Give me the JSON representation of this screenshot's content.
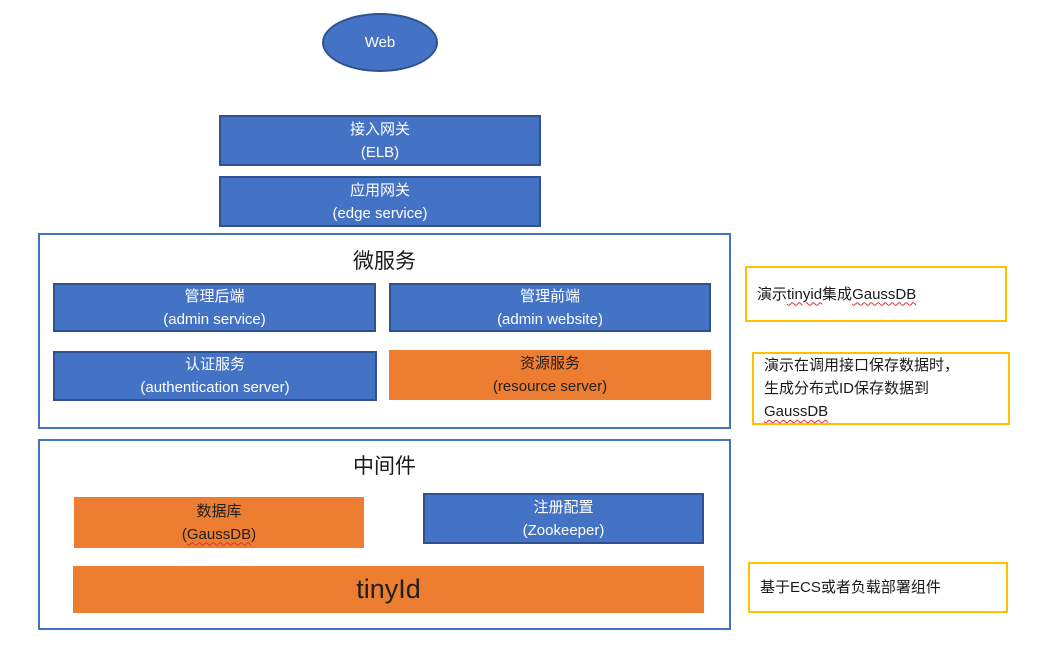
{
  "colors": {
    "node_blue_fill": "#4472C4",
    "node_blue_border": "#2F528F",
    "node_orange_fill": "#ED7D31",
    "container_border_blue": "#4472C4",
    "annotation_border_gold": "#FFC000",
    "spellcheck_underline_red": "#e03030",
    "text_on_blue": "#ffffff",
    "text_on_orange": "#1f1f1f"
  },
  "web_node": {
    "label": "Web"
  },
  "gateways": [
    {
      "title": "接入网关",
      "subtitle": "(ELB)"
    },
    {
      "title": "应用网关",
      "subtitle": "(edge service)"
    }
  ],
  "microservices": {
    "title": "微服务",
    "boxes": [
      {
        "title": "管理后端",
        "subtitle": "(admin service)",
        "color": "blue"
      },
      {
        "title": "管理前端",
        "subtitle": "(admin website)",
        "color": "blue"
      },
      {
        "title": "认证服务",
        "subtitle": "(authentication server)",
        "color": "blue"
      },
      {
        "title": "资源服务",
        "subtitle": "(resource server)",
        "color": "orange"
      }
    ]
  },
  "middleware": {
    "title": "中间件",
    "boxes": [
      {
        "title": "数据库",
        "subtitle": "(GaussDB)",
        "subtitle_rich": [
          [
            {
              "t": "("
            },
            {
              "t": "GaussDB",
              "w": true
            },
            {
              "t": ")"
            }
          ]
        ],
        "color": "orange"
      },
      {
        "title": "注册配置",
        "subtitle": "(Zookeeper)",
        "color": "blue"
      }
    ],
    "tinyid_label": "tinyId"
  },
  "annotations": [
    {
      "text": "演示tinyid集成GaussDB",
      "lines": [
        [
          {
            "t": "演示"
          },
          {
            "t": "tinyid",
            "w": true
          },
          {
            "t": "集成"
          },
          {
            "t": "GaussDB",
            "w": true
          }
        ]
      ]
    },
    {
      "text": "演示在调用接口保存数据时，生成分布式ID保存数据到GaussDB",
      "lines": [
        [
          {
            "t": "演示在调用接口保存数据时，"
          }
        ],
        [
          {
            "t": "生成分布式ID保存数据到"
          }
        ],
        [
          {
            "t": "GaussDB",
            "w": true
          }
        ]
      ]
    },
    {
      "text": "基于ECS或者负载部署组件",
      "lines": [
        [
          {
            "t": "基于ECS或者负载部署组件"
          }
        ]
      ]
    }
  ]
}
